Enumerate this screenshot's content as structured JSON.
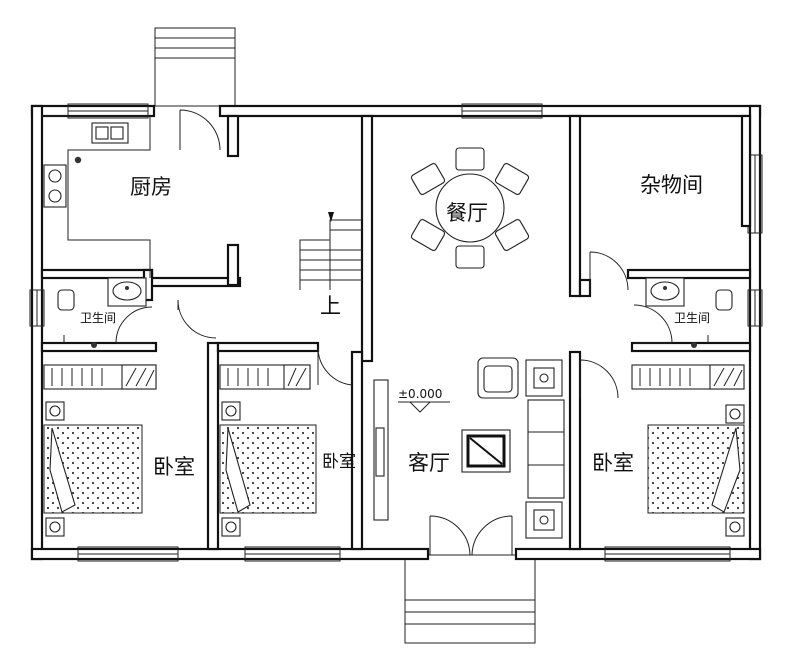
{
  "rooms": {
    "kitchen": "厨房",
    "dining": "餐厅",
    "storage": "杂物间",
    "bath_left": "卫生间",
    "bath_right": "卫生间",
    "bedroom_left": "卧室",
    "bedroom_middle": "卧室",
    "living": "客厅",
    "bedroom_right": "卧室"
  },
  "stair_label": "上",
  "elevation_label": "±0.000",
  "colors": {
    "line": "#111111",
    "background": "#ffffff"
  }
}
